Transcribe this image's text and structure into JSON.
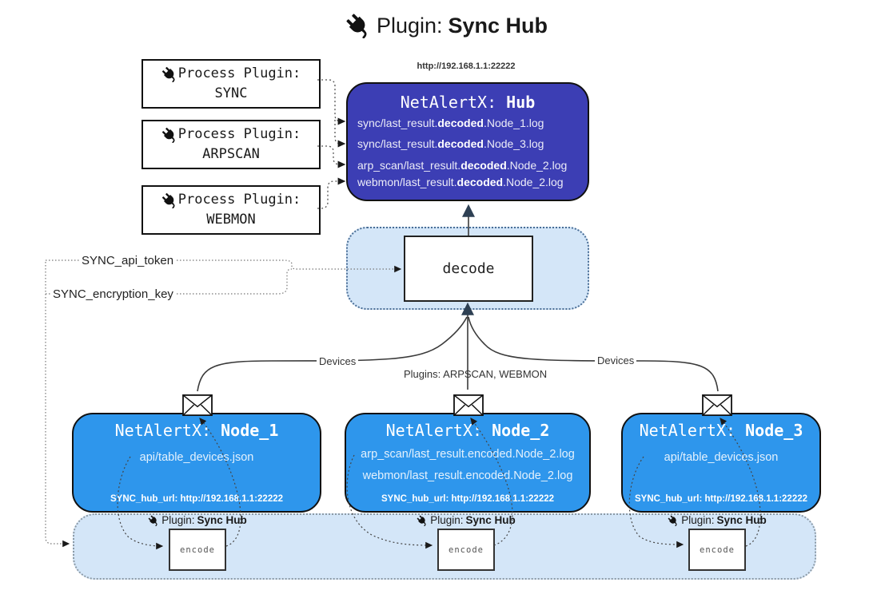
{
  "title": {
    "label": "Plugin:",
    "name": "Sync Hub"
  },
  "hub": {
    "url": "http://192.168.1.1:22222",
    "name_prefix": "NetAlertX:",
    "name": "Hub",
    "logs": [
      {
        "pre": "sync/last_result.",
        "bold": "decoded",
        "post": ".Node_1.log"
      },
      {
        "pre": "sync/last_result.",
        "bold": "decoded",
        "post": ".Node_3.log"
      },
      {
        "pre": "arp_scan/last_result.",
        "bold": "decoded",
        "post": ".Node_2.log"
      },
      {
        "pre": "webmon/last_result.",
        "bold": "decoded",
        "post": ".Node_2.log"
      }
    ]
  },
  "process_plugins": [
    {
      "label": "Process Plugin:",
      "name": "SYNC"
    },
    {
      "label": "Process Plugin:",
      "name": "ARPSCAN"
    },
    {
      "label": "Process Plugin:",
      "name": "WEBMON"
    }
  ],
  "decode_label": "decode",
  "settings": {
    "api_token": "SYNC_api_token",
    "encryption_key": "SYNC_encryption_key"
  },
  "edge_labels": {
    "devices_left": "Devices",
    "plugins": "Plugins: ARPSCAN, WEBMON",
    "devices_right": "Devices"
  },
  "nodes": [
    {
      "name_prefix": "NetAlertX:",
      "name": "Node_1",
      "files": [
        "api/table_devices.json"
      ],
      "hub_url": "SYNC_hub_url: http://192.168.1.1:22222"
    },
    {
      "name_prefix": "NetAlertX:",
      "name": "Node_2",
      "files": [
        "arp_scan/last_result.encoded.Node_2.log",
        "webmon/last_result.encoded.Node_2.log"
      ],
      "hub_url": "SYNC_hub_url: http://192.168.1.1:22222"
    },
    {
      "name_prefix": "NetAlertX:",
      "name": "Node_3",
      "files": [
        "api/table_devices.json"
      ],
      "hub_url": "SYNC_hub_url: http://192.168.1.1:22222"
    }
  ],
  "encoders": [
    {
      "label": "Plugin:",
      "name": "Sync Hub",
      "box": "encode"
    },
    {
      "label": "Plugin:",
      "name": "Sync Hub",
      "box": "encode"
    },
    {
      "label": "Plugin:",
      "name": "Sync Hub",
      "box": "encode"
    }
  ],
  "colors": {
    "hub_bg": "#3c3eb4",
    "node_bg": "#2e96ec",
    "band_bg": "#d4e6f8",
    "decode_border": "#4a6e96",
    "bottom_border": "#8c9aa6",
    "arrow_dark": "#2e4053"
  }
}
